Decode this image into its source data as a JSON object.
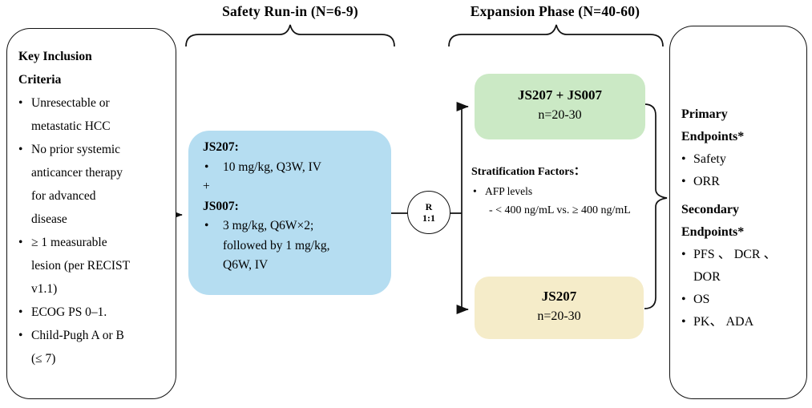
{
  "phases": {
    "safety": "Safety Run-in (N=6-9)",
    "expansion": "Expansion Phase (N=40-60)"
  },
  "glyphs": {
    "bullet": "•"
  },
  "inclusion": {
    "title": "Key Inclusion\nCriteria",
    "items": [
      "Unresectable or\nmetastatic HCC",
      "No prior systemic\nanticancer therapy\nfor advanced\ndisease",
      "≥ 1 measurable\nlesion (per RECIST\nv1.1)",
      "ECOG PS 0–1.",
      "Child-Pugh A or B\n(≤ 7)"
    ]
  },
  "runin": {
    "drug1_label": "JS207:",
    "drug1_dose": "10 mg/kg, Q3W, IV",
    "plus": "+",
    "drug2_label": "JS007:",
    "drug2_dose": "3 mg/kg, Q6W×2;\nfollowed by 1 mg/kg,\nQ6W, IV"
  },
  "randomization": {
    "label": "R",
    "ratio": "1:1"
  },
  "stratification": {
    "title": "Stratification Factors：",
    "factor": "AFP levels",
    "detail": "- < 400 ng/mL vs. ≥ 400 ng/mL"
  },
  "arms": {
    "combo": {
      "title": "JS207 + JS007",
      "n": "n=20-30"
    },
    "mono": {
      "title": "JS207",
      "n": "n=20-30"
    }
  },
  "endpoints": {
    "primary_title": "Primary\nEndpoints*",
    "primary_items": [
      "Safety",
      "ORR"
    ],
    "secondary_title": "Secondary\nEndpoints*",
    "secondary_items": [
      "PFS 、 DCR 、\nDOR",
      "OS",
      "PK、 ADA"
    ]
  },
  "colors": {
    "runin_fill": "#B5DDF1",
    "combo_fill": "#CBE9C5",
    "mono_fill": "#F5ECC9",
    "line": "#111111"
  }
}
